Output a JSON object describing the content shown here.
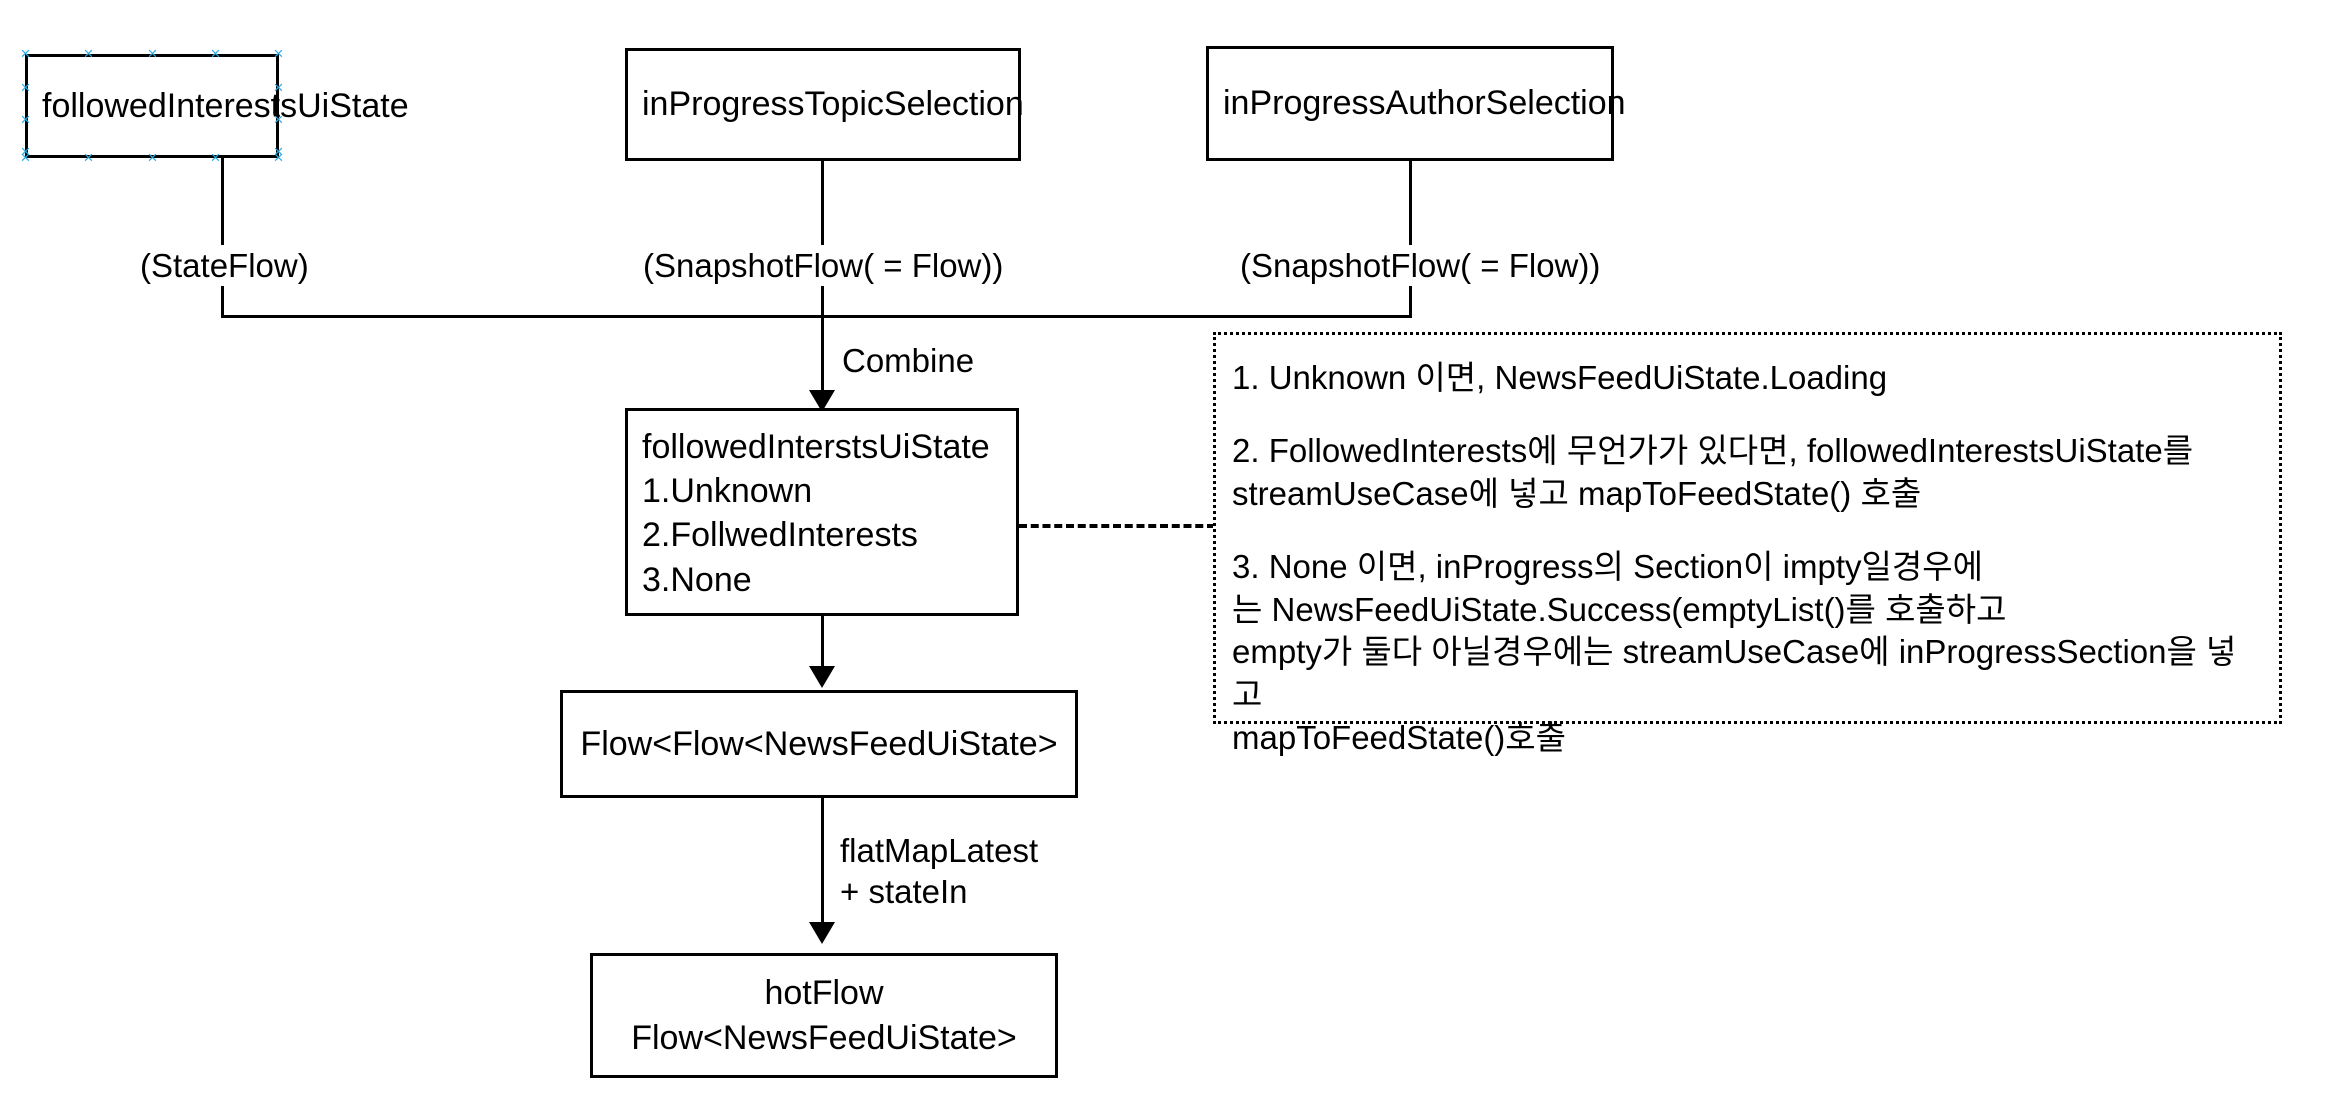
{
  "diagram": {
    "title_nodes": {
      "followed_interests_ui_state": "followedInterestsUiState",
      "in_progress_topic_selection": "inProgressTopicSelection",
      "in_progress_author_selection": "inProgressAuthorSelection",
      "combined_state": "followedInterstsUiState\n1.Unknown\n2.FollwedInterests\n3.None",
      "flow_of_flow": "Flow<Flow<NewsFeedUiState>",
      "hot_flow": "hotFlow\nFlow<NewsFeedUiState>"
    },
    "type_labels": {
      "state_flow": "(StateFlow)",
      "snapshot_flow_topic": "(SnapshotFlow( = Flow))",
      "snapshot_flow_author": "(SnapshotFlow( = Flow))"
    },
    "edge_labels": {
      "combine": "Combine",
      "flat_map_latest": "flatMapLatest\n+ stateIn"
    },
    "notes": [
      "1. Unknown 이면,  NewsFeedUiState.Loading",
      "2. FollowedInterests에 무언가가 있다면, followedInterestsUiState를\nstreamUseCase에 넣고 mapToFeedState() 호출",
      "3. None 이면, inProgress의 Section이 impty일경우에\n는 NewsFeedUiState.Success(emptyList()를 호출하고\nempty가 둘다 아닐경우에는 streamUseCase에 inProgressSection을 넣고\nmapToFeedState()호출"
    ],
    "colors": {
      "stroke": "#000000",
      "background": "#ffffff",
      "selection_handle": "#29abe2"
    }
  }
}
